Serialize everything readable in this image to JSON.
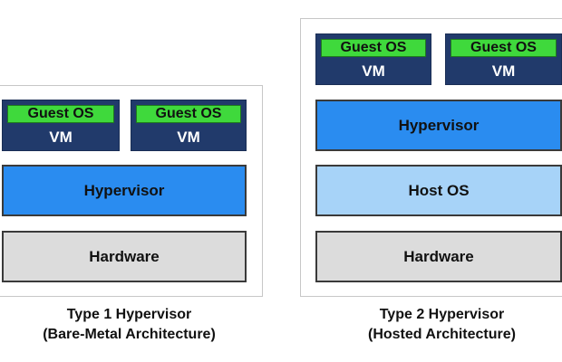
{
  "colors": {
    "vm": "#213a6b",
    "guest_os": "#3fd93c",
    "hypervisor": "#2a8cf0",
    "host_os": "#a7d3f8",
    "hardware": "#dcdcdc"
  },
  "type1": {
    "vms": [
      {
        "guest": "Guest OS",
        "vm": "VM"
      },
      {
        "guest": "Guest OS",
        "vm": "VM"
      }
    ],
    "hypervisor": "Hypervisor",
    "hardware": "Hardware",
    "caption_line1": "Type 1 Hypervisor",
    "caption_line2": "(Bare-Metal Architecture)"
  },
  "type2": {
    "vms": [
      {
        "guest": "Guest OS",
        "vm": "VM"
      },
      {
        "guest": "Guest OS",
        "vm": "VM"
      }
    ],
    "hypervisor": "Hypervisor",
    "host_os": "Host OS",
    "hardware": "Hardware",
    "caption_line1": "Type 2 Hypervisor",
    "caption_line2": "(Hosted Architecture)"
  }
}
